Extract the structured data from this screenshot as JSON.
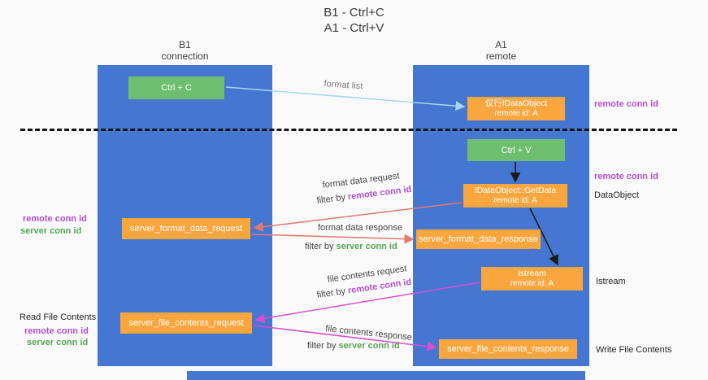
{
  "title": {
    "line1": "B1 - Ctrl+C",
    "line2": "A1 - Ctrl+V"
  },
  "lanes": {
    "left": {
      "name": "B1",
      "role": "connection"
    },
    "right": {
      "name": "A1",
      "role": "remote"
    }
  },
  "boxes": {
    "ctrl_c": {
      "label": "Ctrl + C"
    },
    "ctrl_v": {
      "label": "Ctrl + V"
    },
    "idataobject": {
      "line1": "仅行IDataObject",
      "line2": "remote id: A"
    },
    "getdata": {
      "line1": "IDataObject::GetData",
      "line2": "remote id: A"
    },
    "istream": {
      "line1": "Istream",
      "line2": "remote id: A"
    },
    "format_request": {
      "label": "server_format_data_request"
    },
    "format_response": {
      "label": "server_format_data_response"
    },
    "file_request": {
      "label": "server_file_contents_request"
    },
    "file_response": {
      "label": "server_file_contents_response"
    }
  },
  "arrow_labels": {
    "format_list": "format list",
    "format_data_request": "format data request",
    "format_data_response": "format data response",
    "file_contents_request": "file contents request",
    "file_contents_response": "file contents response",
    "filter_by": "filter by "
  },
  "side_labels": {
    "remote_conn_id": "remote conn id",
    "server_conn_id": "server conn id",
    "dataobject": "DataObject",
    "istream": "Istream",
    "read_file_contents": "Read File Contents",
    "write_file_contents": "Write File Contents"
  },
  "colors": {
    "lane_blue": "#4576D2",
    "box_orange": "#FAA63E",
    "box_green": "#6DBE6E",
    "conn_id_purple": "#B14FD2",
    "conn_id_green": "#55A455",
    "arrow_light_blue": "#A5D6F0",
    "arrow_red": "#E7796C",
    "arrow_magenta": "#D94FCE",
    "arrow_black": "#1A1A1A"
  }
}
